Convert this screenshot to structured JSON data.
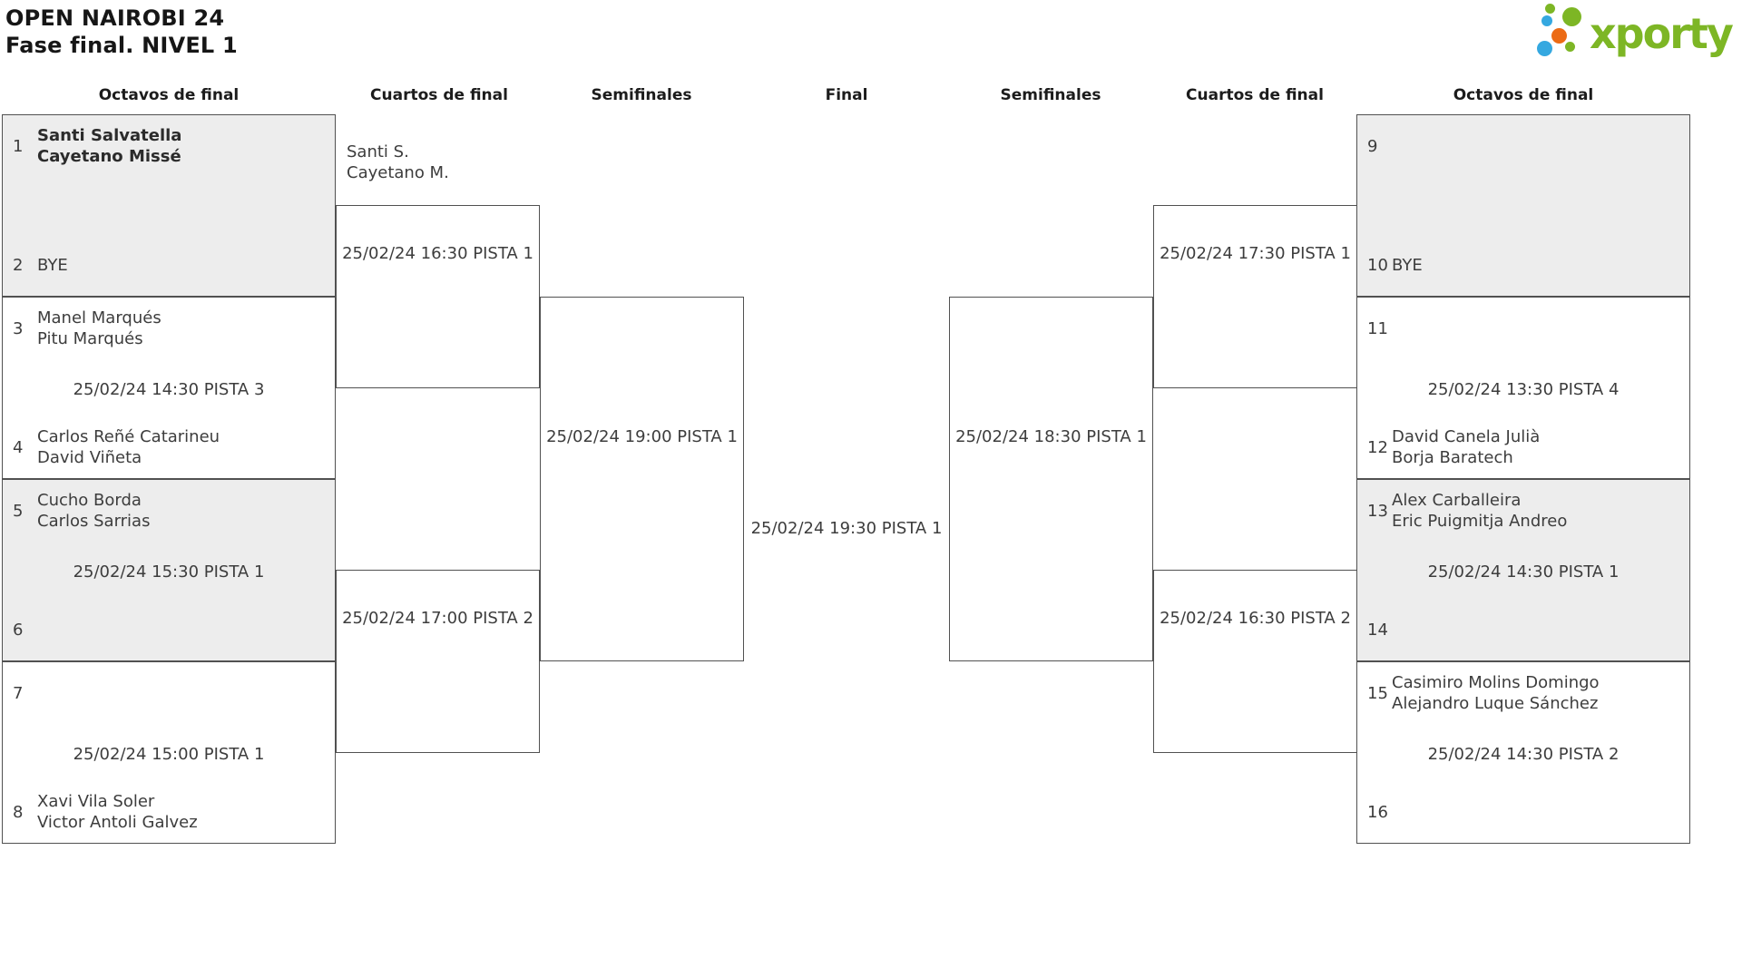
{
  "title": {
    "line1": "OPEN NAIROBI 24",
    "line2": "Fase final. NIVEL 1"
  },
  "logo": {
    "text": "xporty",
    "dot_colors": [
      "green",
      "green",
      "blue",
      "orange",
      "blue",
      "green"
    ]
  },
  "colors": {
    "logo_green": "#7db625",
    "logo_blue": "#35a8e0",
    "logo_orange": "#ec6b15",
    "box_fill_gray": "#ededed",
    "box_border": "#515151",
    "text": "#3d3d3d",
    "title_text": "#161616"
  },
  "round_headers": {
    "octavos_left": "Octavos de final",
    "cuartos_left": "Cuartos de final",
    "semis_left": "Semifinales",
    "final": "Final",
    "semis_right": "Semifinales",
    "cuartos_right": "Cuartos de final",
    "octavos_right": "Octavos de final"
  },
  "octavos_left": [
    {
      "seed_top": "1",
      "team_top": [
        "Santi Salvatella",
        "Cayetano Missé"
      ],
      "time": "",
      "seed_bottom": "2",
      "team_bottom": [
        "BYE",
        ""
      ]
    },
    {
      "seed_top": "3",
      "team_top": [
        "Manel Marqués",
        "Pitu Marqués"
      ],
      "time": "25/02/24 14:30 PISTA 3",
      "seed_bottom": "4",
      "team_bottom": [
        "Carlos Reñé Catarineu",
        "David Viñeta"
      ]
    },
    {
      "seed_top": "5",
      "team_top": [
        "Cucho Borda",
        "Carlos Sarrias"
      ],
      "time": "25/02/24 15:30 PISTA 1",
      "seed_bottom": "6",
      "team_bottom": [
        "",
        ""
      ]
    },
    {
      "seed_top": "7",
      "team_top": [
        "",
        ""
      ],
      "time": "25/02/24 15:00 PISTA 1",
      "seed_bottom": "8",
      "team_bottom": [
        "Xavi Vila Soler",
        "Victor Antoli Galvez"
      ]
    }
  ],
  "octavos_right": [
    {
      "seed_top": "9",
      "team_top": [
        "",
        ""
      ],
      "time": "",
      "seed_bottom": "10",
      "team_bottom": [
        "BYE",
        ""
      ]
    },
    {
      "seed_top": "11",
      "team_top": [
        "",
        ""
      ],
      "time": "25/02/24 13:30 PISTA 4",
      "seed_bottom": "12",
      "team_bottom": [
        "David Canela Julià",
        "Borja Baratech"
      ]
    },
    {
      "seed_top": "13",
      "team_top": [
        "Alex Carballeira",
        "Eric Puigmitja Andreo"
      ],
      "time": "25/02/24 14:30 PISTA 1",
      "seed_bottom": "14",
      "team_bottom": [
        "",
        ""
      ]
    },
    {
      "seed_top": "15",
      "team_top": [
        "Casimiro Molins Domingo",
        "Alejandro Luque Sánchez"
      ],
      "time": "25/02/24 14:30 PISTA 2",
      "seed_bottom": "16",
      "team_bottom": [
        "",
        ""
      ]
    }
  ],
  "cuartos_left": [
    {
      "advancing_team": [
        "Santi S.",
        "Cayetano M."
      ],
      "time": "25/02/24 16:30 PISTA 1"
    },
    {
      "advancing_team": [
        "",
        ""
      ],
      "time": "25/02/24 17:00 PISTA 2"
    }
  ],
  "cuartos_right": [
    {
      "advancing_team": [
        "",
        ""
      ],
      "time": "25/02/24 17:30 PISTA 1"
    },
    {
      "advancing_team": [
        "",
        ""
      ],
      "time": "25/02/24 16:30 PISTA 2"
    }
  ],
  "semifinales_left": {
    "time": "25/02/24 19:00 PISTA 1"
  },
  "semifinales_right": {
    "time": "25/02/24 18:30 PISTA 1"
  },
  "final": {
    "time": "25/02/24 19:30 PISTA 1"
  }
}
